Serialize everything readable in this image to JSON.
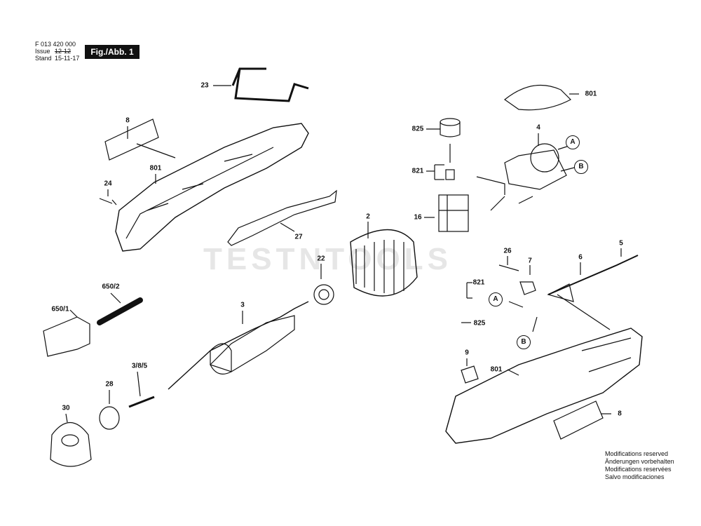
{
  "header": {
    "doc_number": "F 013 420 000",
    "issue_label": "Issue",
    "issue_value": "12-12",
    "stand_label": "Stand",
    "stand_value": "15-11-17",
    "figure_label": "Fig./Abb. 1"
  },
  "watermark": "TESTNTOOLS",
  "parts": {
    "p23": "23",
    "p8_top": "8",
    "p801_left": "801",
    "p24": "24",
    "p27": "27",
    "p825_top": "825",
    "p821_top": "821",
    "p16": "16",
    "p4": "4",
    "p801_top": "801",
    "p2": "2",
    "p22": "22",
    "p26": "26",
    "p7": "7",
    "p6": "6",
    "p5": "5",
    "p821_bot": "821",
    "p825_bot": "825",
    "p650_2": "650/2",
    "p650_1": "650/1",
    "p3": "3",
    "p385": "3/8/5",
    "p28": "28",
    "p30": "30",
    "p9": "9",
    "p801_bot": "801",
    "p8_bot": "8"
  },
  "connectors": {
    "a_top": "A",
    "b_top": "B",
    "a_bot": "A",
    "b_bot": "B"
  },
  "footer": {
    "line1": "Modifications reserved",
    "line2": "Änderungen vorbehalten",
    "line3": "Modifications reservées",
    "line4": "Salvo modificaciones"
  }
}
